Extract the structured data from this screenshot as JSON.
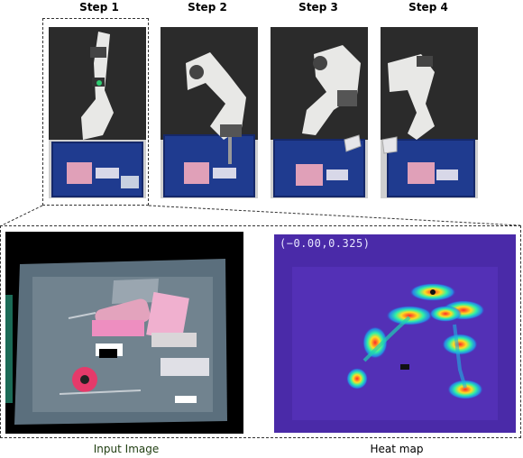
{
  "steps": [
    {
      "label": "Step 1"
    },
    {
      "label": "Step 2"
    },
    {
      "label": "Step 3"
    },
    {
      "label": "Step 4"
    }
  ],
  "heatmap": {
    "coordinate_readout": "(−0.00,0.325)"
  },
  "captions": {
    "input_image": "Input Image",
    "heat_map": "Heat map"
  },
  "colors": {
    "wall": "#2b2b2b",
    "bin_blue": "#1f3b8f",
    "robot_white": "#e8e8e6",
    "heat_background": "#4a2aa8",
    "input_text": "#1f3d10"
  }
}
